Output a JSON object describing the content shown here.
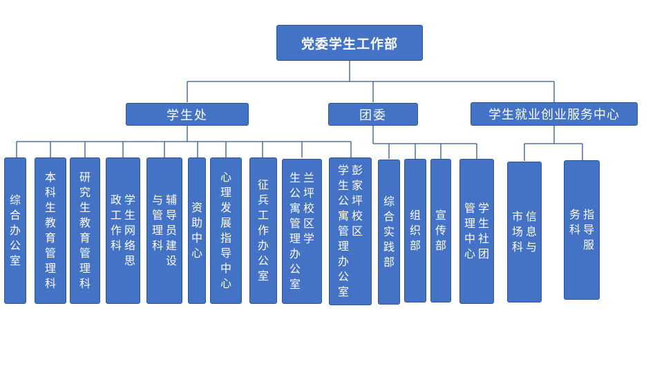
{
  "root": "党委学生工作部",
  "level2": {
    "students_office": "学生处",
    "youth_league": "团委",
    "career_center": "学生就业创业服务中心"
  },
  "students_office_units": [
    "综合办公室",
    "本科生教育管理科",
    "研究生教育管理科",
    "学生网络思政工作科",
    "辅导员建设与管理科",
    "资助中心",
    "心理发展指导中心",
    "征兵工作办公室",
    "兰坪校区学生公寓管理办公室",
    "彭家坪校区学生公寓管理办公室"
  ],
  "youth_league_units": [
    "综合实践部",
    "组织部",
    "宣传部",
    "学生社团管理中心"
  ],
  "career_center_units": [
    "信息与市场科",
    "指导服务科"
  ],
  "colors": {
    "box_fill": "#4472c4",
    "box_border": "#2f5597",
    "line": "#2f5597",
    "text": "#ffffff"
  }
}
